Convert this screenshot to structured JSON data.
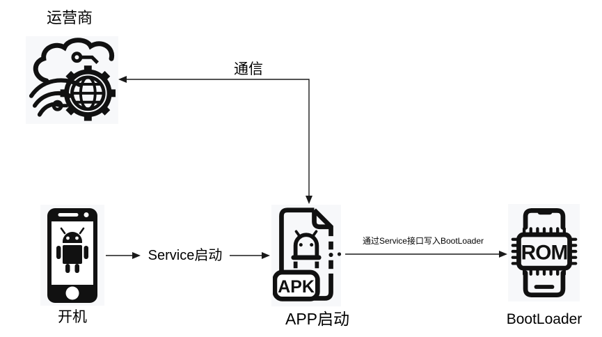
{
  "colors": {
    "background": "#ffffff",
    "tile_background": "#f7f8fa",
    "line": "#1a1a1a",
    "icon": "#111111",
    "text": "#000000"
  },
  "nodes": {
    "carrier": {
      "label": "运营商",
      "icon": "cloud-gear-globe-signal-icon"
    },
    "phone": {
      "label": "开机",
      "icon": "android-phone-icon"
    },
    "apk": {
      "label": "APP启动",
      "badge": "APK",
      "icon": "apk-file-icon"
    },
    "rom": {
      "label": "BootLoader",
      "chip_text": "ROM",
      "icon": "rom-chip-phone-icon"
    }
  },
  "edges": {
    "communication": {
      "label": "通信",
      "from": "apk",
      "to": "carrier"
    },
    "service_start": {
      "label": "Service启动",
      "from": "phone",
      "to": "apk"
    },
    "write_bootloader": {
      "label": "通过Service接口写入BootLoader",
      "from": "apk",
      "to": "rom"
    }
  }
}
